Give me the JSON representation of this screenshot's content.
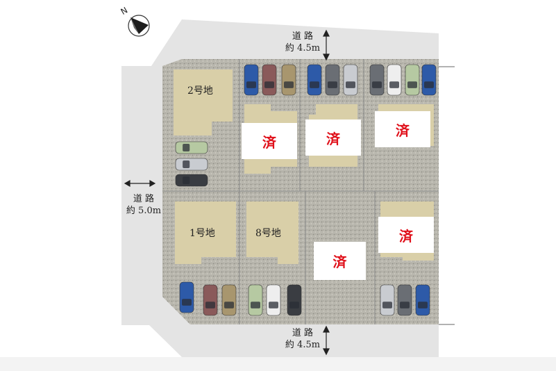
{
  "north_label": "N",
  "roads": {
    "top": {
      "label": "道 路",
      "width": "約 4.5m"
    },
    "left": {
      "label": "道 路",
      "width": "約 5.0m"
    },
    "bottom": {
      "label": "道 路",
      "width": "約 4.5m"
    }
  },
  "lots": [
    {
      "id": "lot-2",
      "label": "2号地",
      "status": "available"
    },
    {
      "id": "lot-1",
      "label": "1号地",
      "status": "available"
    },
    {
      "id": "lot-8",
      "label": "8号地",
      "status": "available"
    },
    {
      "id": "lot-top-3",
      "label": "済",
      "status": "sold"
    },
    {
      "id": "lot-top-4",
      "label": "済",
      "status": "sold"
    },
    {
      "id": "lot-top-5",
      "label": "済",
      "status": "sold"
    },
    {
      "id": "lot-bottom-mid",
      "label": "済",
      "status": "sold"
    },
    {
      "id": "lot-bottom-right",
      "label": "済",
      "status": "sold"
    }
  ],
  "colors": {
    "gravel": "#b9b7ae",
    "gravel_dark": "#8f8d85",
    "road": "#e4e4e4",
    "building": "#d9cfa8",
    "sold_text": "#e0101a",
    "lot_line": "#888888"
  },
  "car_colors": {
    "blue": "#2d5aa8",
    "maroon": "#8a5a5a",
    "tan": "#a8966e",
    "silver": "#c9ccd1",
    "white": "#eeeeee",
    "gray": "#6a6e74",
    "dark": "#3a3d42",
    "green": "#b6c9a2"
  }
}
